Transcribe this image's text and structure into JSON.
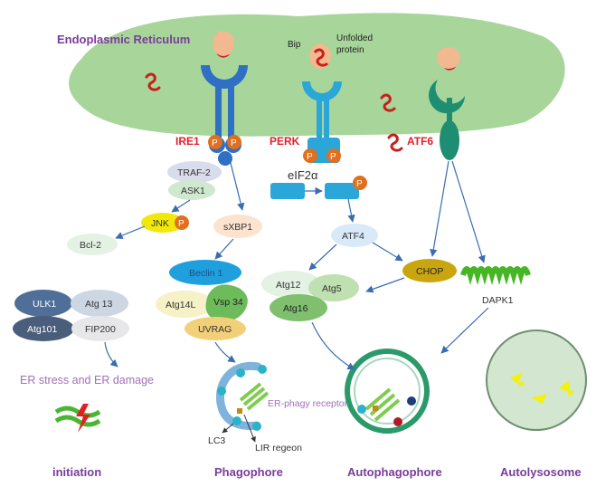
{
  "er_label": "Endoplasmic Reticulum",
  "bip_label": "Bip",
  "unfolded_label_1": "Unfolded",
  "unfolded_label_2": "protein",
  "sensors": {
    "ire1": "IRE1",
    "perk": "PERK",
    "atf6": "ATF6"
  },
  "phospho": "P",
  "proteins": {
    "traf2": "TRAF-2",
    "ask1": "ASK1",
    "jnk": "JNK",
    "bcl2": "Bcl-2",
    "sxbp1": "sXBP1",
    "eif2a": "eIF2α",
    "atf4": "ATF4",
    "chop": "CHOP",
    "dapk1": "DAPK1",
    "beclin1": "Beclin 1",
    "atg14l": "Atg14L",
    "vsp34": "Vsp 34",
    "uvrag": "UVRAG",
    "atg12": "Atg12",
    "atg5": "Atg5",
    "atg16": "Atg16",
    "ulk1": "ULK1",
    "atg13": "Atg 13",
    "atg101": "Atg101",
    "fip200": "FIP200"
  },
  "stress_text": "ER stress and ER damage",
  "phagophore_labels": {
    "receptor": "ER-phagy receptor",
    "lc3": "LC3",
    "lir": "LIR regeon"
  },
  "stages": [
    "initiation",
    "Phagophore",
    "Autophagophore",
    "Autolysosome"
  ],
  "colors": {
    "er": "#a7d59a",
    "sensor_ire1": "#2f6fc4",
    "sensor_perk": "#2aa6d8",
    "sensor_atf6": "#1e8e73",
    "phospho": "#e07020",
    "label_red": "#e0202a",
    "title_purple": "#7a3c9a",
    "stress_purple": "#a070b8",
    "chop": "#c9a610",
    "beclin": "#1f9fdc"
  }
}
